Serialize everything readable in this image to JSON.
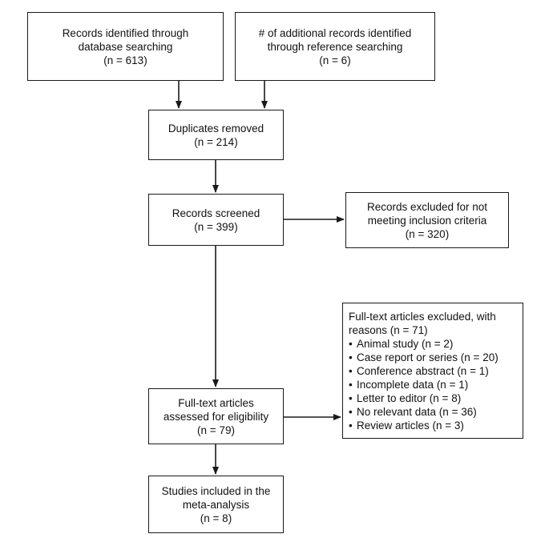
{
  "flowchart": {
    "identified_db": {
      "lines": [
        "Records identified through",
        "database searching",
        "(n = 613)"
      ]
    },
    "identified_ref": {
      "lines": [
        "# of additional records identified",
        "through reference searching",
        "(n = 6)"
      ]
    },
    "duplicates": {
      "lines": [
        "Duplicates removed",
        "(n = 214)"
      ]
    },
    "screened": {
      "lines": [
        "Records screened",
        "(n = 399)"
      ]
    },
    "excluded_screen": {
      "lines": [
        "Records excluded for not",
        "meeting inclusion criteria",
        "(n = 320)"
      ]
    },
    "fulltext": {
      "lines": [
        "Full-text articles",
        "assessed for eligibility",
        "(n = 79)"
      ]
    },
    "excluded_fulltext": {
      "heading_lines": [
        "Full-text articles excluded, with",
        "reasons (n = 71)"
      ],
      "reasons": [
        "Animal study (n = 2)",
        "Case report or series (n = 20)",
        "Conference abstract (n = 1)",
        "Incomplete data (n = 1)",
        "Letter to editor (n = 8)",
        "No relevant data (n = 36)",
        "Review articles (n  = 3)"
      ]
    },
    "included": {
      "lines": [
        "Studies included in the",
        "meta-analysis",
        "(n = 8)"
      ]
    }
  }
}
